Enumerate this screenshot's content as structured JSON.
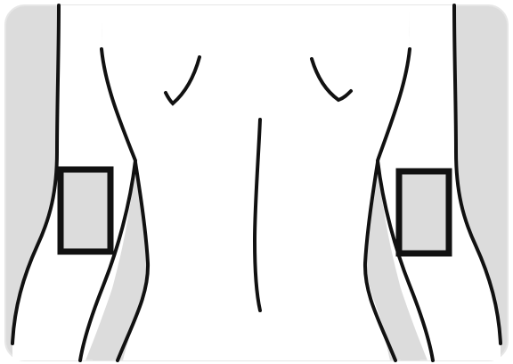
{
  "figure": {
    "subject": "back-torso-outline",
    "colors": {
      "background_panel": "#dcdcdc",
      "body_fill": "#ffffff",
      "outline": "#111111",
      "marker_fill": "#dcdcdc",
      "marker_stroke": "#111111"
    },
    "markers": [
      {
        "side": "left",
        "name": "left-flank-marker"
      },
      {
        "side": "right",
        "name": "right-flank-marker"
      }
    ]
  }
}
